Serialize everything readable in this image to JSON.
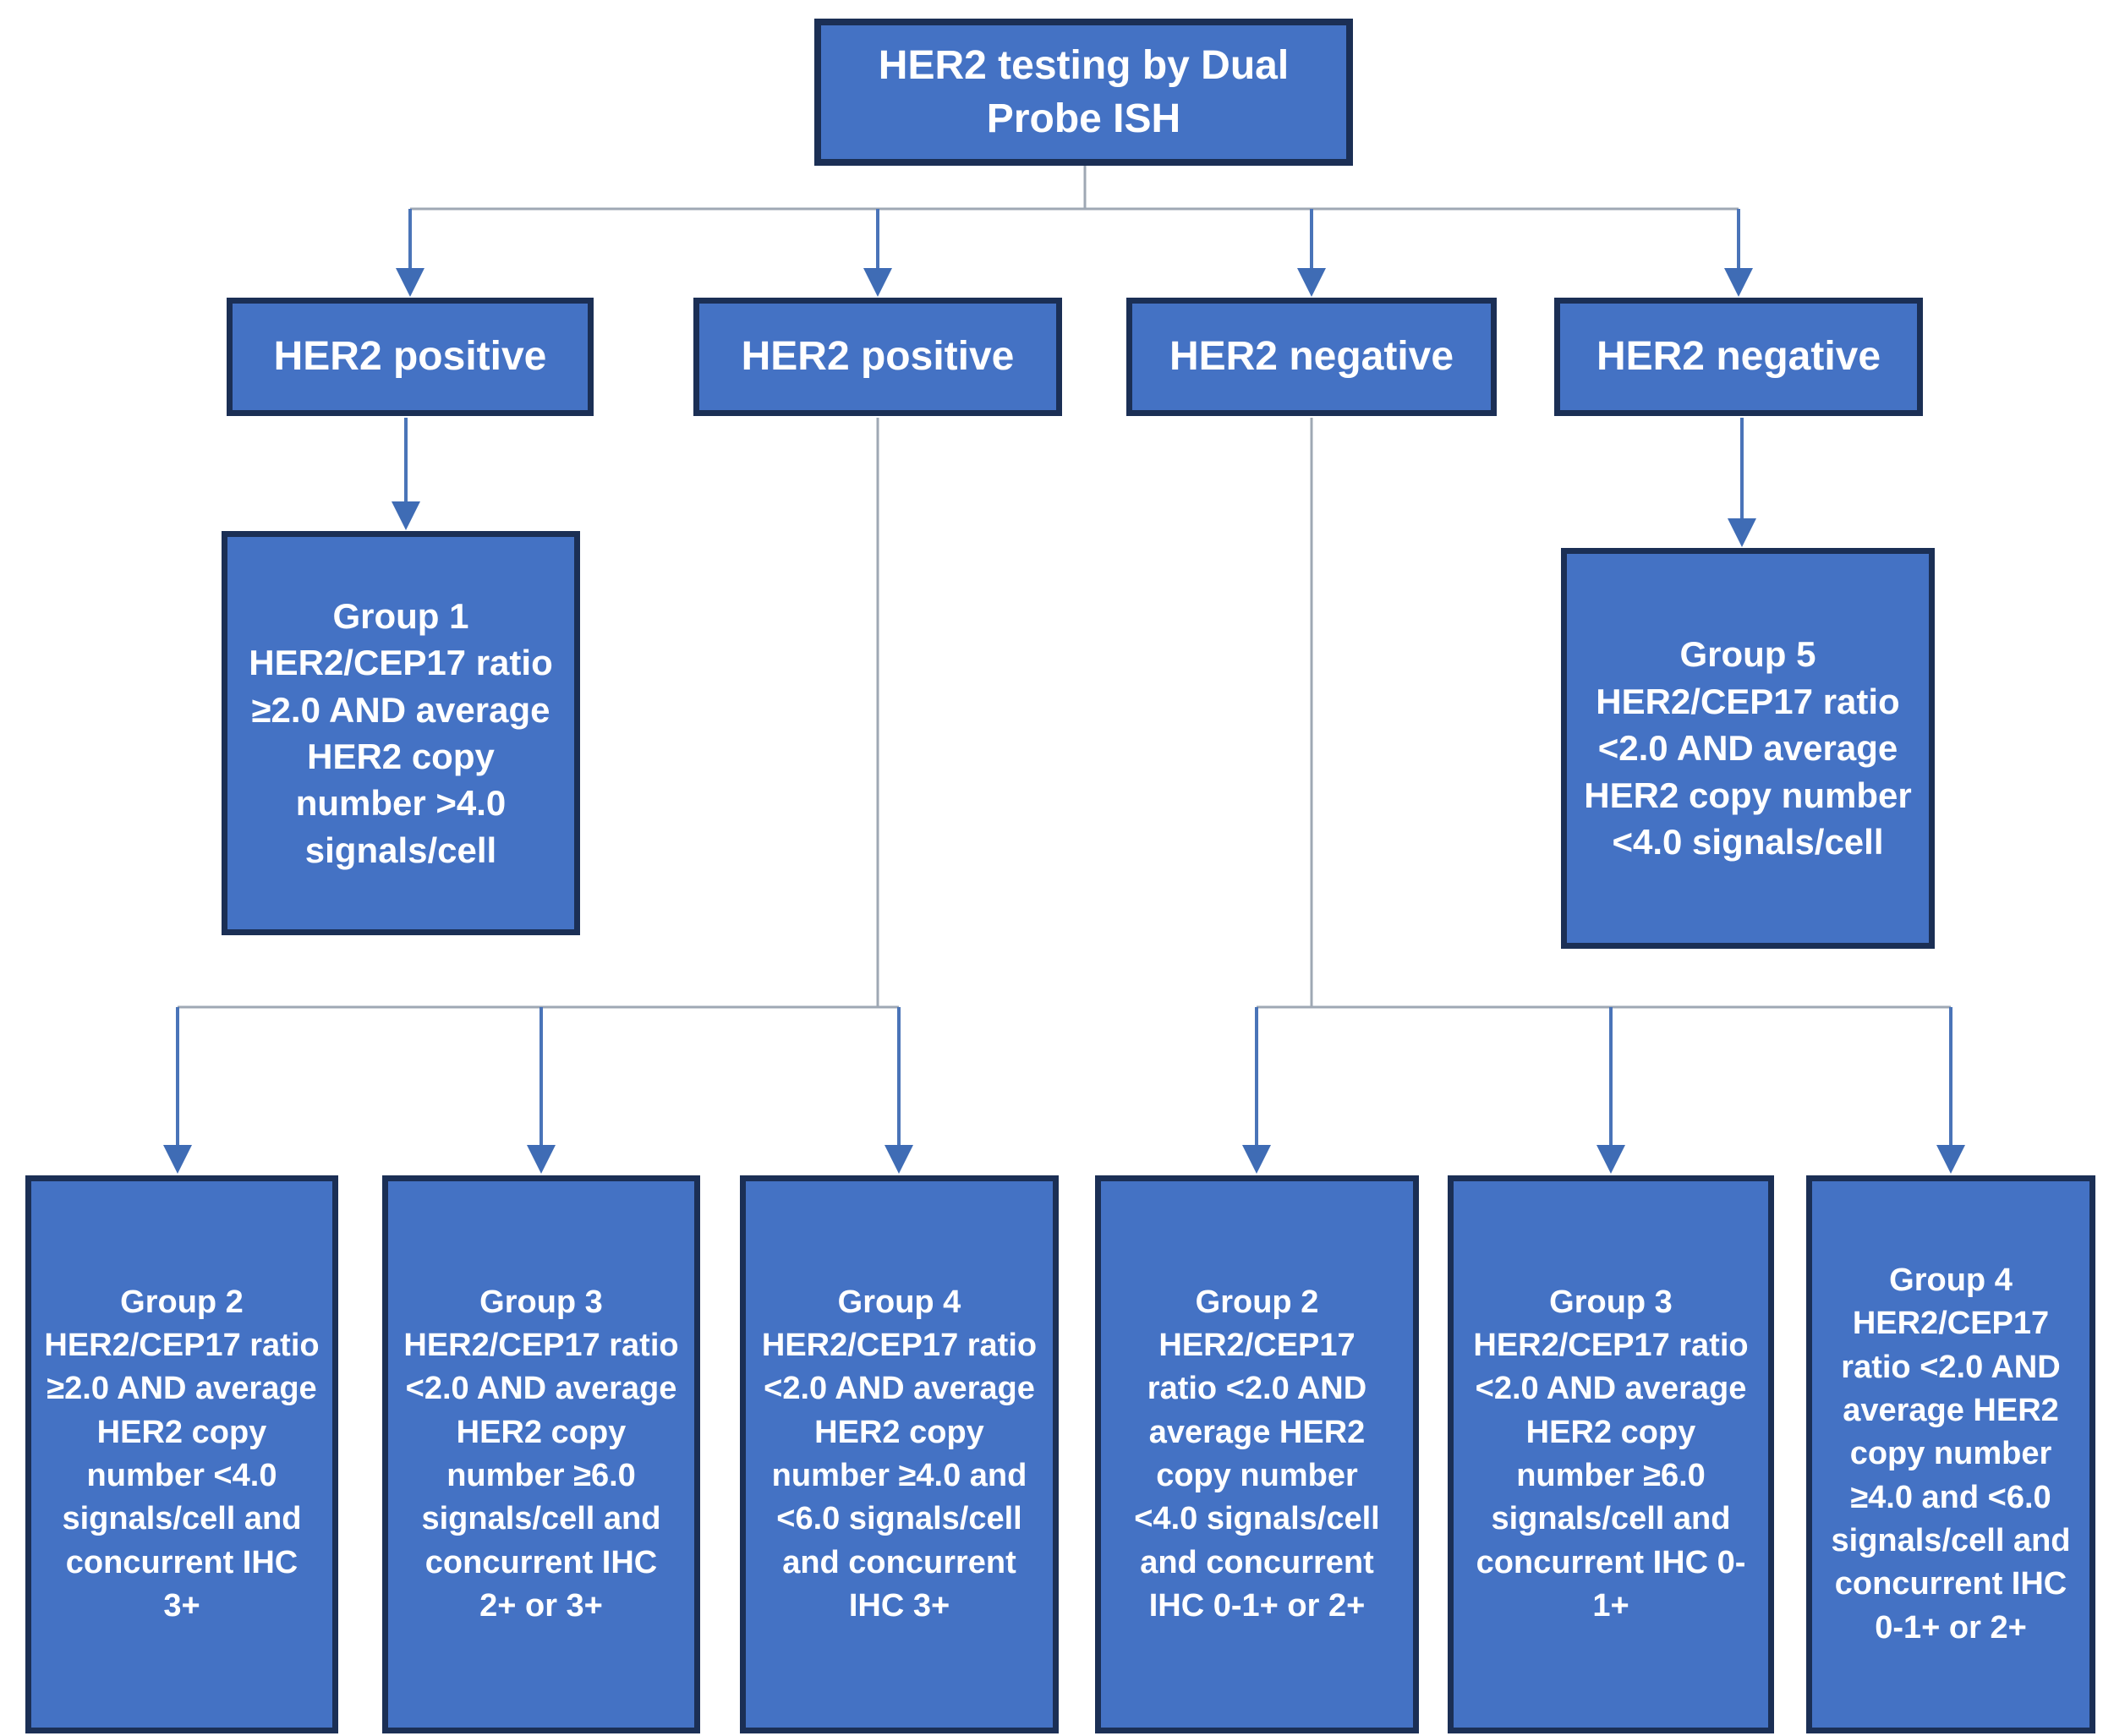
{
  "diagram": {
    "root": {
      "label": "HER2 testing by Dual\nProbe ISH"
    },
    "branches": [
      {
        "label": "HER2 positive"
      },
      {
        "label": "HER2 positive"
      },
      {
        "label": "HER2 negative"
      },
      {
        "label": "HER2 negative"
      }
    ],
    "mid": [
      {
        "label": "Group 1\nHER2/CEP17 ratio\n≥2.0 AND average\nHER2 copy\nnumber >4.0\nsignals/cell"
      },
      {
        "label": "Group 5\nHER2/CEP17 ratio\n<2.0 AND average\nHER2 copy number\n<4.0 signals/cell"
      }
    ],
    "leaves": [
      {
        "label": "Group 2\nHER2/CEP17 ratio\n≥2.0 AND average\nHER2 copy\nnumber <4.0\nsignals/cell and\nconcurrent IHC\n3+"
      },
      {
        "label": "Group 3\nHER2/CEP17 ratio\n<2.0 AND average\nHER2 copy\nnumber ≥6.0\nsignals/cell and\nconcurrent IHC\n2+ or 3+"
      },
      {
        "label": "Group 4\nHER2/CEP17 ratio\n<2.0 AND average\nHER2 copy\nnumber ≥4.0 and\n<6.0 signals/cell\nand concurrent\nIHC 3+"
      },
      {
        "label": "Group 2\nHER2/CEP17\nratio <2.0 AND\naverage HER2\ncopy number\n<4.0 signals/cell\nand concurrent\nIHC 0-1+ or 2+"
      },
      {
        "label": "Group 3\nHER2/CEP17 ratio\n<2.0 AND average\nHER2 copy\nnumber ≥6.0\nsignals/cell and\nconcurrent IHC 0-\n1+"
      },
      {
        "label": "Group 4\nHER2/CEP17\nratio <2.0 AND\naverage HER2\ncopy number\n≥4.0 and <6.0\nsignals/cell and\nconcurrent IHC\n0-1+ or 2+"
      }
    ],
    "colors": {
      "box_fill": "#4472c4",
      "box_border": "#1b2f55",
      "text": "#ffffff",
      "connector": "#9fa8b4",
      "arrow_stem": "#4a74b8",
      "arrow_head": "#3f6cb5",
      "bg": "#ffffff"
    }
  }
}
